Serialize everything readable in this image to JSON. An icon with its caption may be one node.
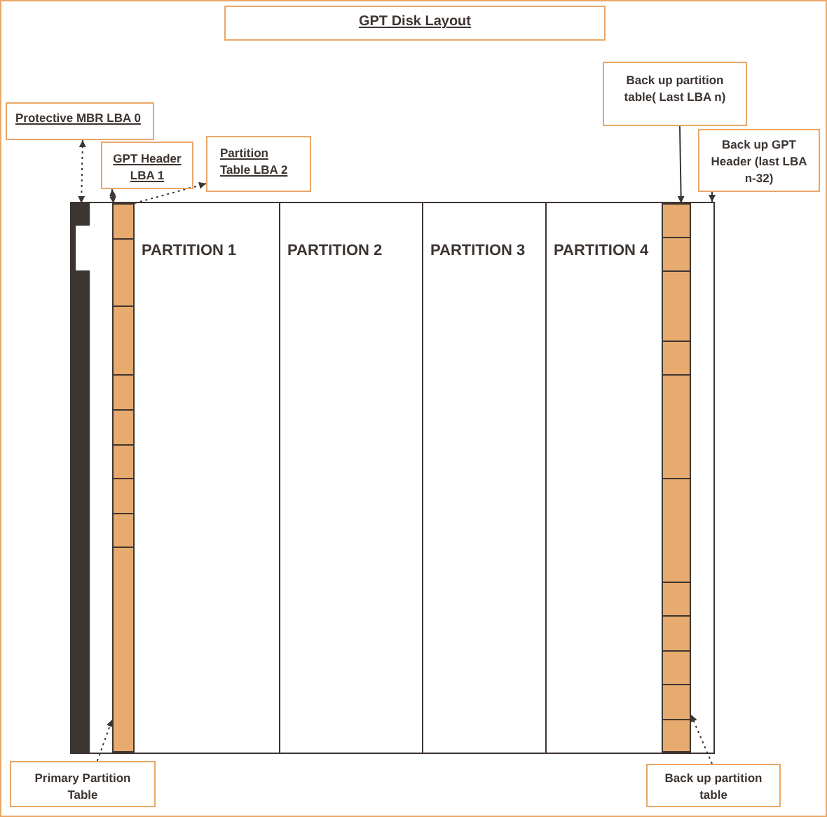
{
  "diagram": {
    "title": "GPT Disk Layout",
    "nodes": [
      {
        "text": [
          "Protective MBR LBA 0"
        ]
      },
      {
        "text": [
          "GPT Header LBA 1"
        ]
      },
      {
        "text": [
          "Partition Table LBA 2"
        ]
      },
      {
        "text": [
          "Back up partition table( Last LBA n)"
        ]
      },
      {
        "text": [
          "Back up GPT Header (last LBA n-32)"
        ]
      },
      {
        "text": [],
        "shape": "box"
      },
      {
        "text": [],
        "shape": "bar",
        "in": 5
      },
      {
        "text": [],
        "shape": "bar",
        "in": 5
      },
      {
        "text": [
          "PARTITION 1"
        ],
        "in": 5
      },
      {
        "text": [
          "PARTITION 2"
        ],
        "in": 5
      },
      {
        "text": [
          "PARTITION 3"
        ],
        "in": 5
      },
      {
        "text": [
          "PARTITION 4"
        ],
        "in": 5
      },
      {
        "text": [],
        "shape": "bar",
        "in": 5
      },
      {
        "text": [
          "Primary Partition Table"
        ]
      },
      {
        "text": [
          "Back up partition table"
        ]
      }
    ],
    "edges": [
      {
        "from": 0,
        "to": 6,
        "arrow": "both",
        "style": "dashed"
      },
      {
        "from": 1,
        "to": 7,
        "arrow": "both"
      },
      {
        "from": 7,
        "to": 2,
        "arrow": "to",
        "style": "dashed"
      },
      {
        "from": 3,
        "to": 12,
        "arrow": "to"
      },
      {
        "from": 4,
        "to": 5,
        "arrow": "to"
      },
      {
        "from": 13,
        "to": 7,
        "arrow": "to",
        "style": "dashed"
      },
      {
        "from": 14,
        "to": 12,
        "arrow": "to",
        "style": "dashed"
      }
    ]
  }
}
